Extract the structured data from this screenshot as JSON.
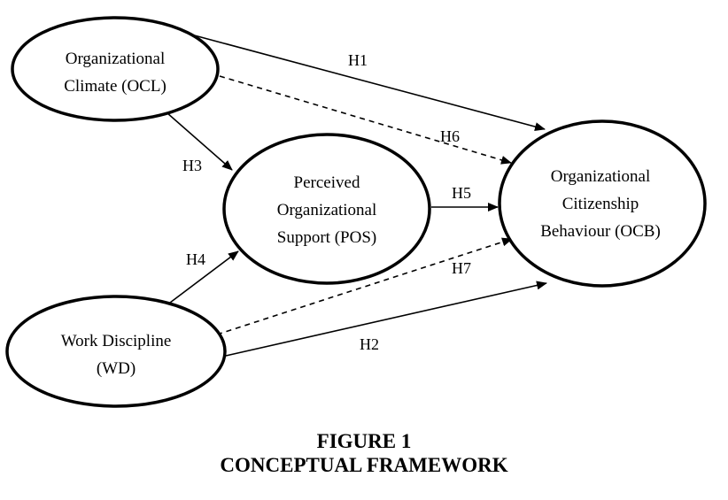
{
  "nodes": {
    "ocl": {
      "lines": [
        "Organizational",
        "Climate (OCL)"
      ]
    },
    "pos": {
      "lines": [
        "Perceived",
        "Organizational",
        "Support (POS)"
      ]
    },
    "wd": {
      "lines": [
        "Work Discipline",
        "(WD)"
      ]
    },
    "ocb": {
      "lines": [
        "Organizational",
        "Citizenship",
        "Behaviour (OCB)"
      ]
    }
  },
  "edges": [
    {
      "id": "h1",
      "label": "H1",
      "from": "ocl",
      "to": "ocb",
      "style": "solid"
    },
    {
      "id": "h2",
      "label": "H2",
      "from": "wd",
      "to": "ocb",
      "style": "solid"
    },
    {
      "id": "h3",
      "label": "H3",
      "from": "ocl",
      "to": "pos",
      "style": "solid"
    },
    {
      "id": "h4",
      "label": "H4",
      "from": "wd",
      "to": "pos",
      "style": "solid"
    },
    {
      "id": "h5",
      "label": "H5",
      "from": "pos",
      "to": "ocb",
      "style": "solid"
    },
    {
      "id": "h6",
      "label": "H6",
      "from": "ocl",
      "to": "ocb",
      "style": "dashed"
    },
    {
      "id": "h7",
      "label": "H7",
      "from": "wd",
      "to": "ocb",
      "style": "dashed"
    }
  ],
  "caption": {
    "line1": "FIGURE 1",
    "line2": "CONCEPTUAL FRAMEWORK"
  }
}
